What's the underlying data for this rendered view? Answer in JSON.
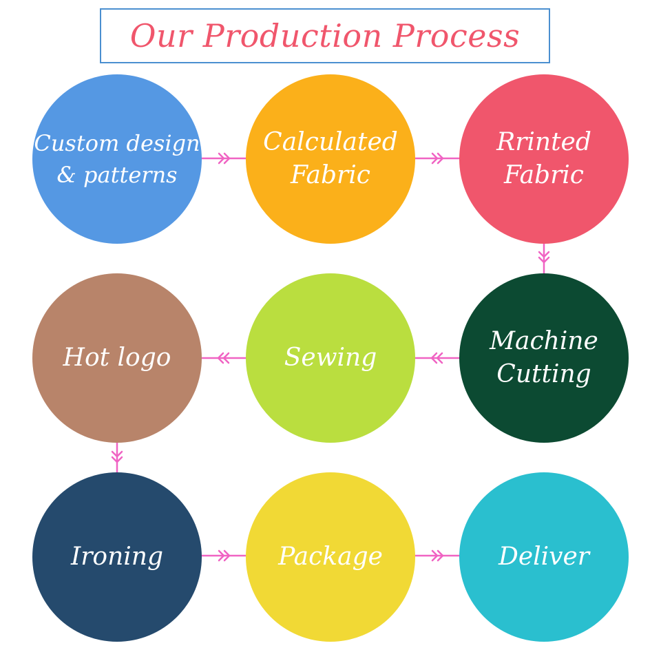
{
  "title": "Our Production Process",
  "steps": [
    {
      "label_lines": [
        "Custom design",
        "& patterns"
      ],
      "color": "#5598e3"
    },
    {
      "label_lines": [
        "Calculated",
        "Fabric"
      ],
      "color": "#fbb01a"
    },
    {
      "label_lines": [
        "Rrinted",
        "Fabric"
      ],
      "color": "#f0566c"
    },
    {
      "label_lines": [
        "Machine",
        "Cutting"
      ],
      "color": "#0c4a32"
    },
    {
      "label_lines": [
        "Sewing"
      ],
      "color": "#bade3f"
    },
    {
      "label_lines": [
        "Hot logo"
      ],
      "color": "#b8846a"
    },
    {
      "label_lines": [
        "Ironing"
      ],
      "color": "#254a6d"
    },
    {
      "label_lines": [
        "Package"
      ],
      "color": "#f1d935"
    },
    {
      "label_lines": [
        "Deliver"
      ],
      "color": "#2abfcf"
    }
  ],
  "connector_color": "#f063c3"
}
